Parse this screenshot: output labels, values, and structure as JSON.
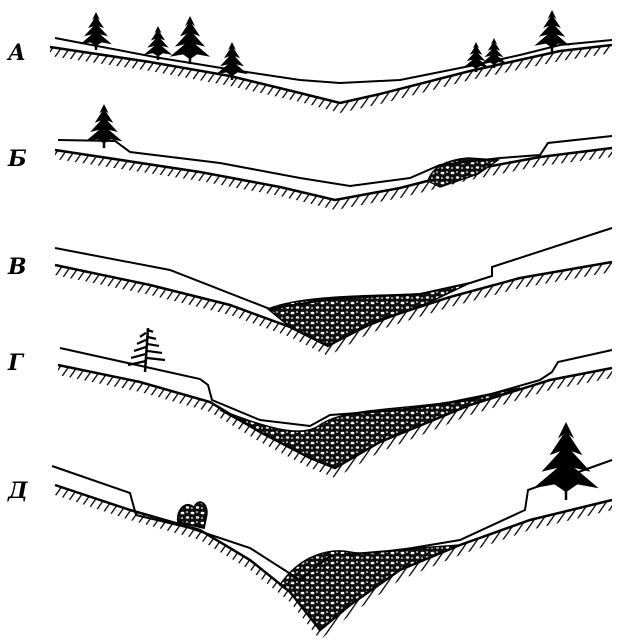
{
  "figure": {
    "panels": [
      {
        "label": "А",
        "trees": [
          "spruce-tree",
          "spruce-tree",
          "spruce-tree",
          "spruce-tree",
          "spruce-tree",
          "spruce-tree",
          "spruce-tree"
        ],
        "deposit": "none"
      },
      {
        "label": "Б",
        "trees": [
          "spruce-tree"
        ],
        "deposit": "small"
      },
      {
        "label": "В",
        "trees": [],
        "deposit": "medium"
      },
      {
        "label": "Г",
        "trees": [
          "larch-tree"
        ],
        "deposit": "large"
      },
      {
        "label": "Д",
        "trees": [
          "bush",
          "spruce-tree"
        ],
        "deposit": "deep"
      }
    ],
    "colors": {
      "ink": "#000000",
      "paper": "#ffffff"
    }
  }
}
